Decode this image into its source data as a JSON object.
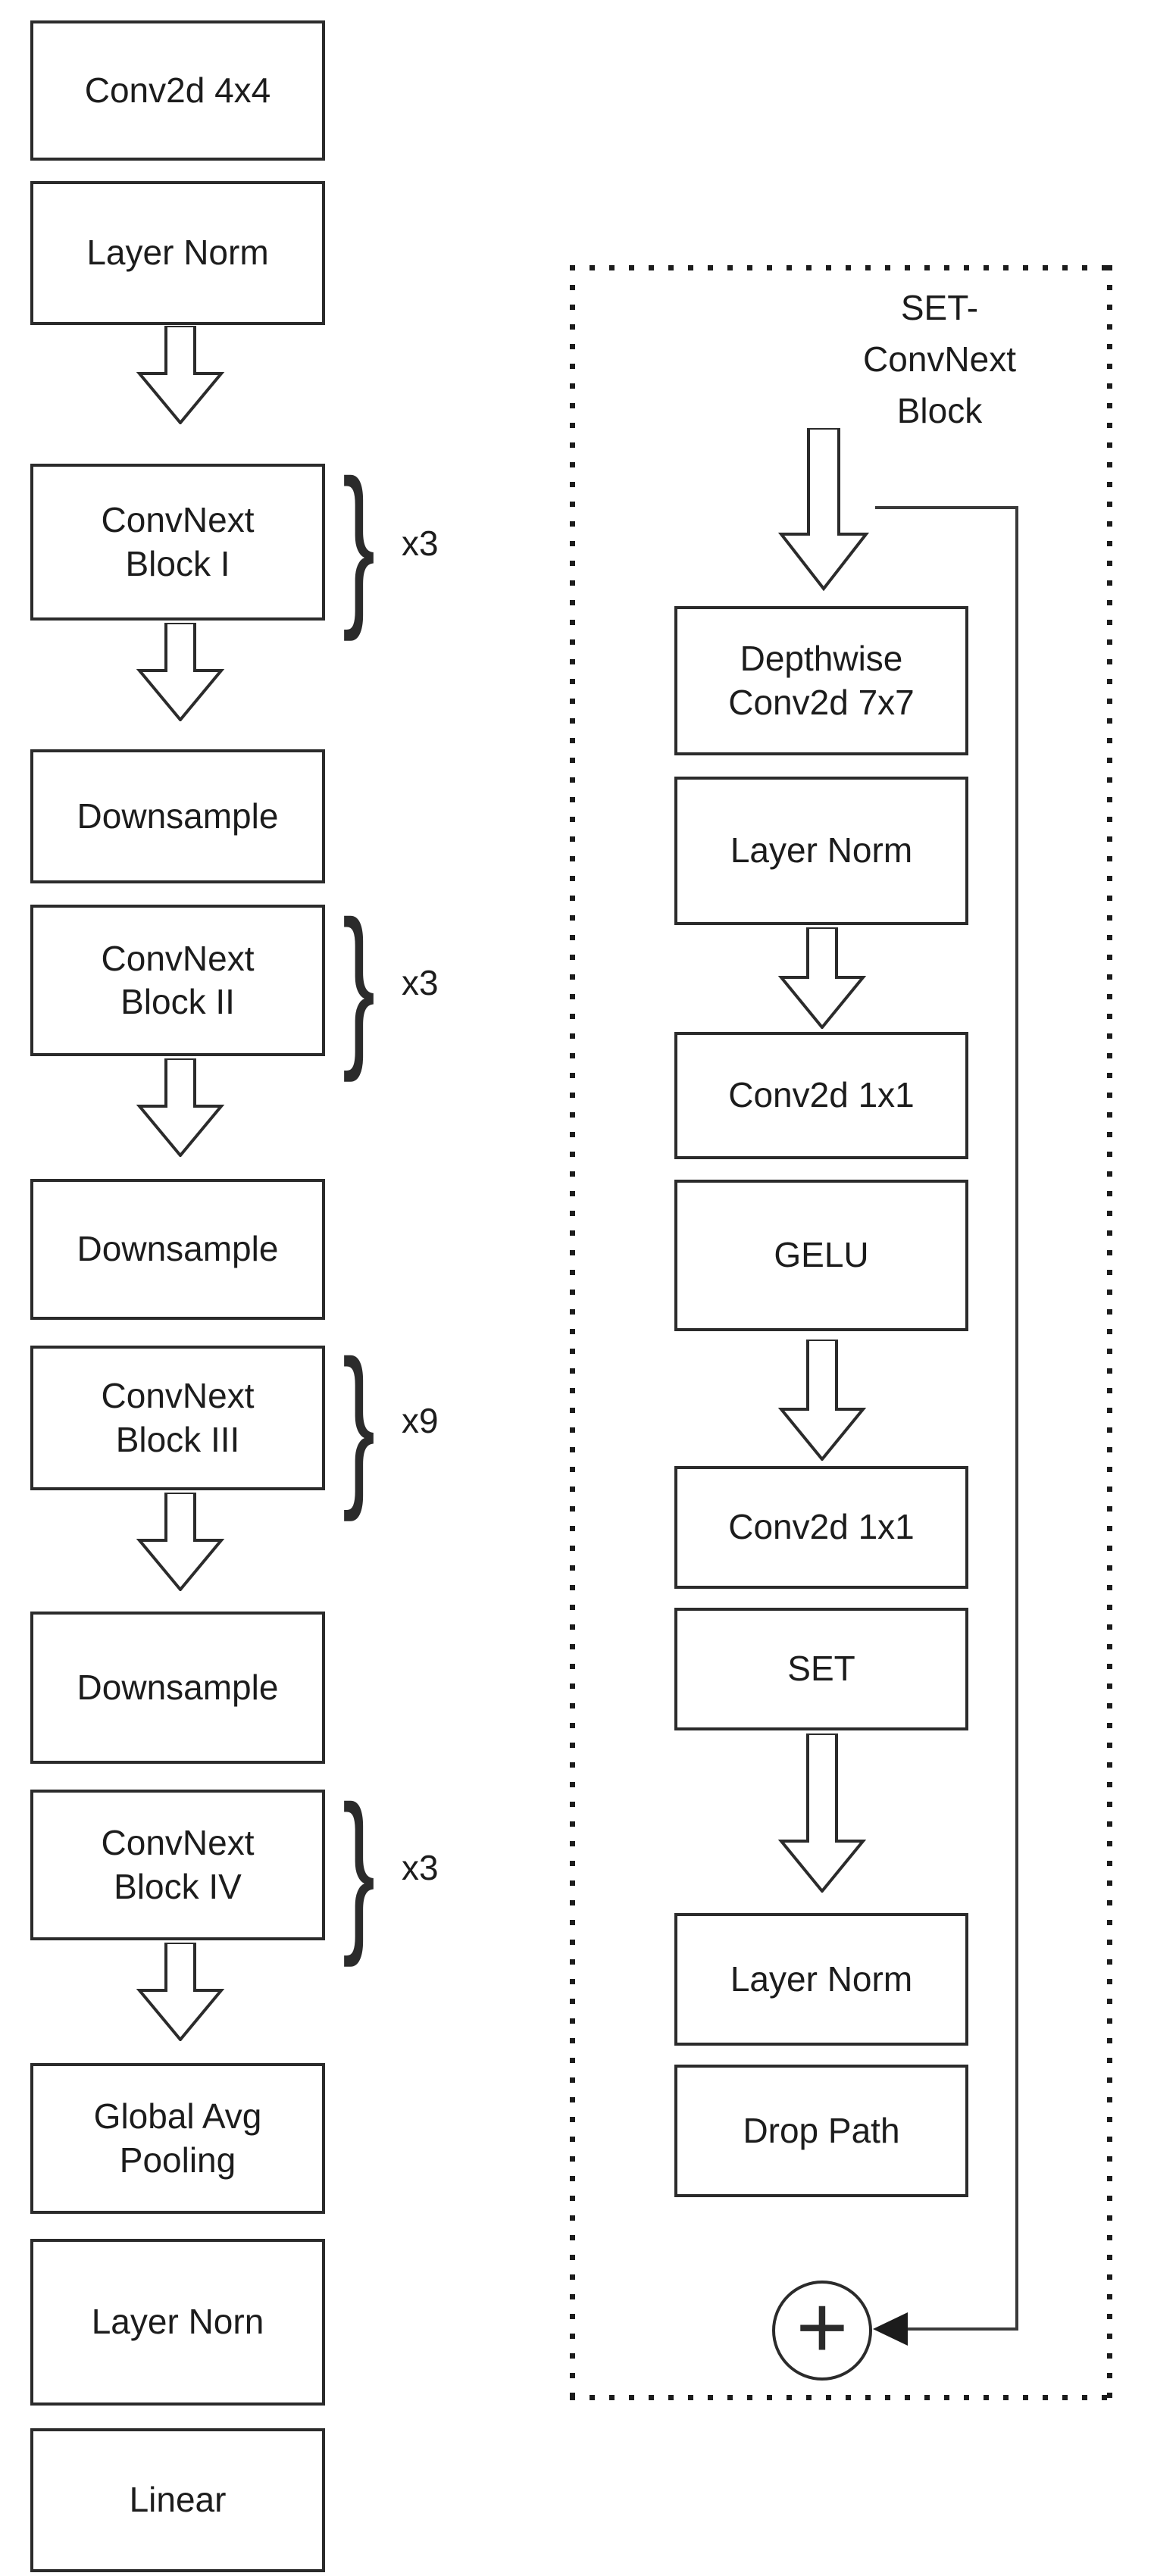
{
  "left_column": {
    "boxes": [
      {
        "text": "Conv2d 4x4"
      },
      {
        "text": "Layer Norm"
      },
      {
        "text": "ConvNext\nBlock I"
      },
      {
        "text": "Downsample"
      },
      {
        "text": "ConvNext\nBlock II"
      },
      {
        "text": "Downsample"
      },
      {
        "text": "ConvNext\nBlock III"
      },
      {
        "text": "Downsample"
      },
      {
        "text": "ConvNext\nBlock IV"
      },
      {
        "text": "Global Avg\nPooling"
      },
      {
        "text": "Layer Norn"
      },
      {
        "text": "Linear"
      }
    ],
    "repeats": [
      {
        "label": "x3"
      },
      {
        "label": "x3"
      },
      {
        "label": "x9"
      },
      {
        "label": "x3"
      }
    ]
  },
  "right_panel": {
    "title": "SET-\nConvNext\nBlock",
    "boxes": [
      {
        "text": "Depthwise\nConv2d 7x7"
      },
      {
        "text": "Layer Norm"
      },
      {
        "text": "Conv2d 1x1"
      },
      {
        "text": "GELU"
      },
      {
        "text": "Conv2d 1x1"
      },
      {
        "text": "SET"
      },
      {
        "text": "Layer Norm"
      },
      {
        "text": "Drop Path"
      }
    ]
  },
  "glyphs": {
    "brace": "}",
    "plus": "+"
  },
  "colors": {
    "line": "#2b2b2b",
    "text": "#1c1c1c",
    "background": "#ffffff"
  }
}
